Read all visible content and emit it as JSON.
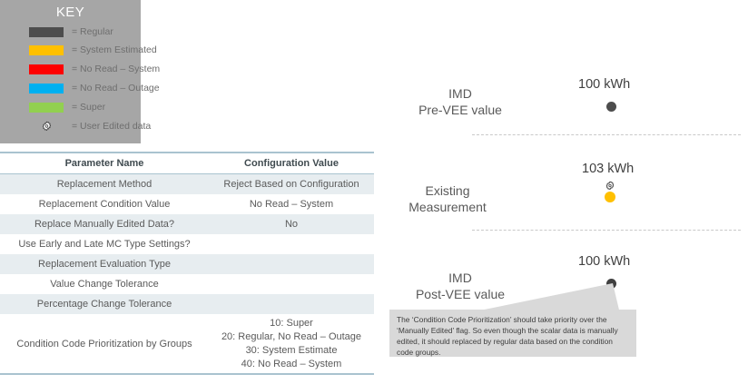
{
  "key": {
    "title": "KEY",
    "items": [
      {
        "color": "#4d4d4d",
        "label": "= Regular",
        "icon": "color-swatch"
      },
      {
        "color": "#ffc000",
        "label": "= System Estimated",
        "icon": "color-swatch"
      },
      {
        "color": "#ff0000",
        "label": "= No Read – System",
        "icon": "color-swatch"
      },
      {
        "color": "#00b0f0",
        "label": "= No Read – Outage",
        "icon": "color-swatch"
      },
      {
        "color": "#92d050",
        "label": "= Super",
        "icon": "color-swatch"
      },
      {
        "color": "#ffffff",
        "label": "= User Edited data",
        "icon": "gear-icon"
      }
    ],
    "background": "#a6a6a6"
  },
  "table": {
    "headers": [
      "Parameter Name",
      "Configuration Value"
    ],
    "rows": [
      {
        "name": "Replacement Method",
        "value": [
          "Reject Based on Configuration"
        ]
      },
      {
        "name": "Replacement Condition Value",
        "value": [
          "No Read – System"
        ]
      },
      {
        "name": "Replace Manually Edited Data?",
        "value": [
          "No"
        ]
      },
      {
        "name": "Use Early and Late MC Type Settings?",
        "value": [
          ""
        ]
      },
      {
        "name": "Replacement Evaluation Type",
        "value": [
          ""
        ]
      },
      {
        "name": "Value Change Tolerance",
        "value": [
          ""
        ]
      },
      {
        "name": "Percentage Change Tolerance",
        "value": [
          ""
        ]
      },
      {
        "name": "Condition Code Prioritization by Groups",
        "value": [
          "10: Super",
          "20: Regular, No Read – Outage",
          "30: System Estimate",
          "40: No Read – System"
        ]
      }
    ],
    "border_color": "#a9c3cf",
    "stripe_color": "#e7edf0"
  },
  "diagram": {
    "stages": [
      {
        "label": "IMD\nPre-VEE value",
        "label_line1": "IMD",
        "label_line2": "Pre-VEE value",
        "reading": "100 kWh",
        "dot_color": "#4d4d4d",
        "user_edited": false
      },
      {
        "label": "Existing\nMeasurement",
        "label_line1": "Existing",
        "label_line2": "Measurement",
        "reading": "103 kWh",
        "dot_color": "#ffc000",
        "user_edited": true
      },
      {
        "label": "IMD\nPost-VEE value",
        "label_line1": "IMD",
        "label_line2": "Post-VEE value",
        "reading": "100 kWh",
        "dot_color": "#404040",
        "user_edited": false
      }
    ],
    "separator_style": "dashed",
    "separator_color": "#c9c9c9"
  },
  "callout": {
    "text": "The ‘Condition Code Prioritization’ should take priority over the ‘Manually Edited’ flag.  So even though the scalar data is manually edited, it should replaced by regular data based on the condition code groups.",
    "background": "#d9d9d9"
  }
}
